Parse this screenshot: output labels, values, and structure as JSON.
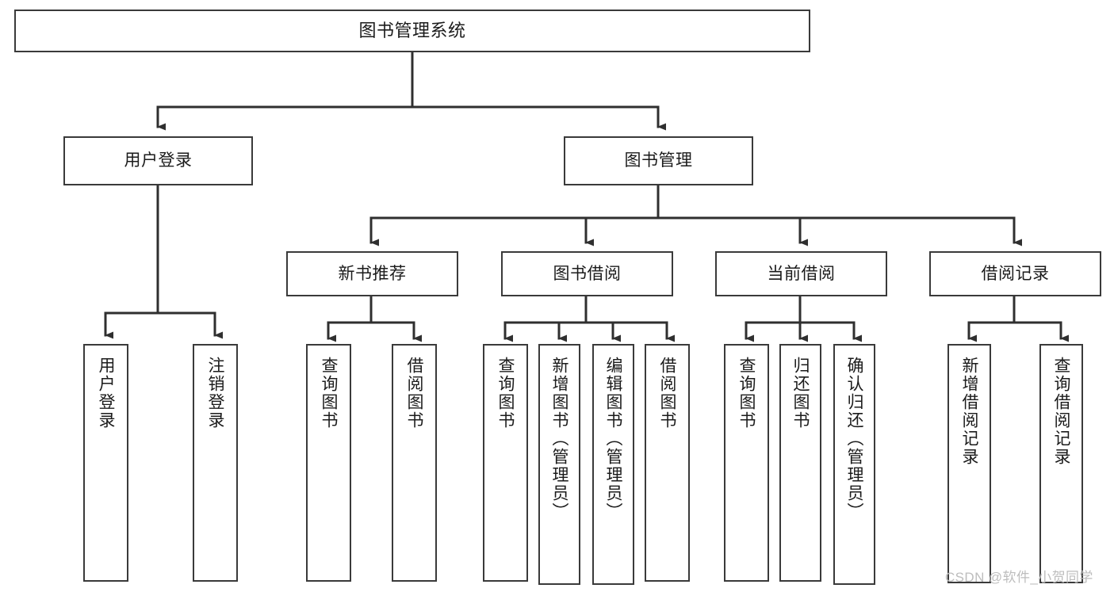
{
  "diagram": {
    "title": "图书管理系统",
    "type": "functional-structure-tree",
    "background_color": "#ffffff",
    "line_color": "#3a3a3a",
    "text_color": "#1b1b1b",
    "watermark": "CSDN @软件_小贺同学",
    "nodes": {
      "root": {
        "label": "图书管理系统",
        "level": 0,
        "orientation": "horizontal"
      },
      "l1": [
        {
          "id": "user-login",
          "label": "用户登录",
          "level": 1,
          "orientation": "horizontal"
        },
        {
          "id": "book-manage",
          "label": "图书管理",
          "level": 1,
          "orientation": "horizontal"
        }
      ],
      "l2": [
        {
          "id": "new-book-rec",
          "label": "新书推荐",
          "level": 2,
          "orientation": "horizontal",
          "parent": "book-manage"
        },
        {
          "id": "book-borrow",
          "label": "图书借阅",
          "level": 2,
          "orientation": "horizontal",
          "parent": "book-manage"
        },
        {
          "id": "current-borrow",
          "label": "当前借阅",
          "level": 2,
          "orientation": "horizontal",
          "parent": "book-manage"
        },
        {
          "id": "borrow-record",
          "label": "借阅记录",
          "level": 2,
          "orientation": "horizontal",
          "parent": "book-manage"
        }
      ],
      "leaves": [
        {
          "id": "leaf-user-login",
          "label": "用户登录",
          "parent": "user-login",
          "orientation": "vertical"
        },
        {
          "id": "leaf-logout",
          "label": "注销登录",
          "parent": "user-login",
          "orientation": "vertical"
        },
        {
          "id": "leaf-query-book-1",
          "label": "查询图书",
          "parent": "new-book-rec",
          "orientation": "vertical"
        },
        {
          "id": "leaf-borrow-book-1",
          "label": "借阅图书",
          "parent": "new-book-rec",
          "orientation": "vertical"
        },
        {
          "id": "leaf-query-book-2",
          "label": "查询图书",
          "parent": "book-borrow",
          "orientation": "vertical"
        },
        {
          "id": "leaf-add-book",
          "label": "新增图书（管理员）",
          "parent": "book-borrow",
          "orientation": "vertical"
        },
        {
          "id": "leaf-edit-book",
          "label": "编辑图书（管理员）",
          "parent": "book-borrow",
          "orientation": "vertical"
        },
        {
          "id": "leaf-borrow-book-2",
          "label": "借阅图书",
          "parent": "book-borrow",
          "orientation": "vertical"
        },
        {
          "id": "leaf-query-book-3",
          "label": "查询图书",
          "parent": "current-borrow",
          "orientation": "vertical"
        },
        {
          "id": "leaf-return-book",
          "label": "归还图书",
          "parent": "current-borrow",
          "orientation": "vertical"
        },
        {
          "id": "leaf-confirm-return",
          "label": "确认归还（管理员）",
          "parent": "current-borrow",
          "orientation": "vertical"
        },
        {
          "id": "leaf-add-record",
          "label": "新增借阅记录",
          "parent": "borrow-record",
          "orientation": "vertical"
        },
        {
          "id": "leaf-query-record",
          "label": "查询借阅记录",
          "parent": "borrow-record",
          "orientation": "vertical"
        }
      ]
    }
  },
  "chart_data": {
    "type": "table",
    "title": "图书管理系统 功能结构",
    "categories": [
      "用户登录",
      "图书管理"
    ],
    "series": [
      {
        "name": "用户登录",
        "values": [
          "用户登录",
          "注销登录"
        ]
      },
      {
        "name": "新书推荐",
        "values": [
          "查询图书",
          "借阅图书"
        ]
      },
      {
        "name": "图书借阅",
        "values": [
          "查询图书",
          "新增图书（管理员）",
          "编辑图书（管理员）",
          "借阅图书"
        ]
      },
      {
        "name": "当前借阅",
        "values": [
          "查询图书",
          "归还图书",
          "确认归还（管理员）"
        ]
      },
      {
        "name": "借阅记录",
        "values": [
          "新增借阅记录",
          "查询借阅记录"
        ]
      }
    ]
  }
}
